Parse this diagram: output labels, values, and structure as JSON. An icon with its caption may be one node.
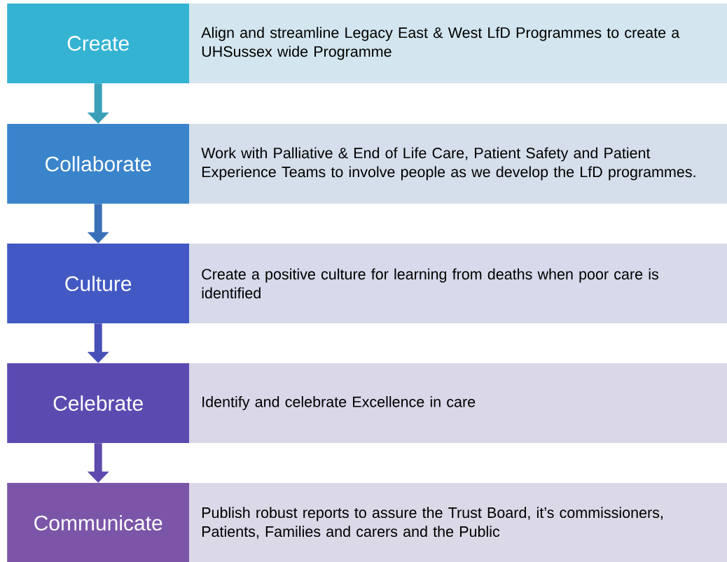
{
  "diagram": {
    "nodes": [
      {
        "text": [
          "Create"
        ]
      },
      {
        "text": [
          "Align and streamline Legacy East & West LfD Programmes to create a UHSussex wide Programme"
        ]
      },
      {
        "text": [
          "Collaborate"
        ]
      },
      {
        "text": [
          "Work with Palliative & End of Life Care, Patient Safety and Patient Experience Teams to involve people as we develop the LfD programmes."
        ]
      },
      {
        "text": [
          "Culture"
        ]
      },
      {
        "text": [
          "Create a positive culture for learning from deaths when poor care is identified"
        ]
      },
      {
        "text": [
          "Celebrate"
        ]
      },
      {
        "text": [
          "Identify and celebrate Excellence in care"
        ]
      },
      {
        "text": [
          "Communicate"
        ]
      },
      {
        "text": [
          "Publish robust reports to assure the Trust Board, it’s commissioners, Patients, Families and carers and the Public"
        ]
      }
    ],
    "edges": [
      {
        "from": 0,
        "to": 2,
        "arrow": "to"
      },
      {
        "from": 2,
        "to": 4,
        "arrow": "to"
      },
      {
        "from": 4,
        "to": 6,
        "arrow": "to"
      },
      {
        "from": 6,
        "to": 8,
        "arrow": "to"
      }
    ]
  }
}
